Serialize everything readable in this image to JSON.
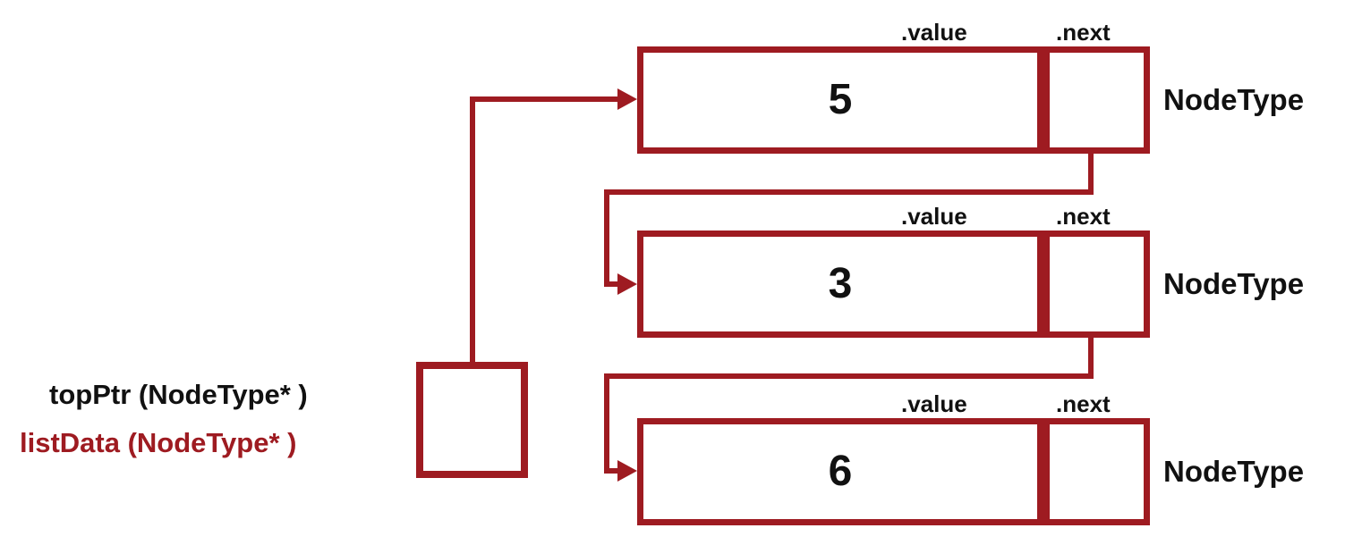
{
  "diagram": {
    "pointer_labels": {
      "top_ptr": "topPtr (NodeType* )",
      "list_data": "listData (NodeType* )"
    },
    "field_labels": {
      "value": ".value",
      "next": ".next"
    },
    "type_label": "NodeType",
    "nodes": [
      {
        "value": "5"
      },
      {
        "value": "3"
      },
      {
        "value": "6"
      }
    ],
    "colors": {
      "accent": "#9e1b21",
      "text": "#111111"
    }
  }
}
